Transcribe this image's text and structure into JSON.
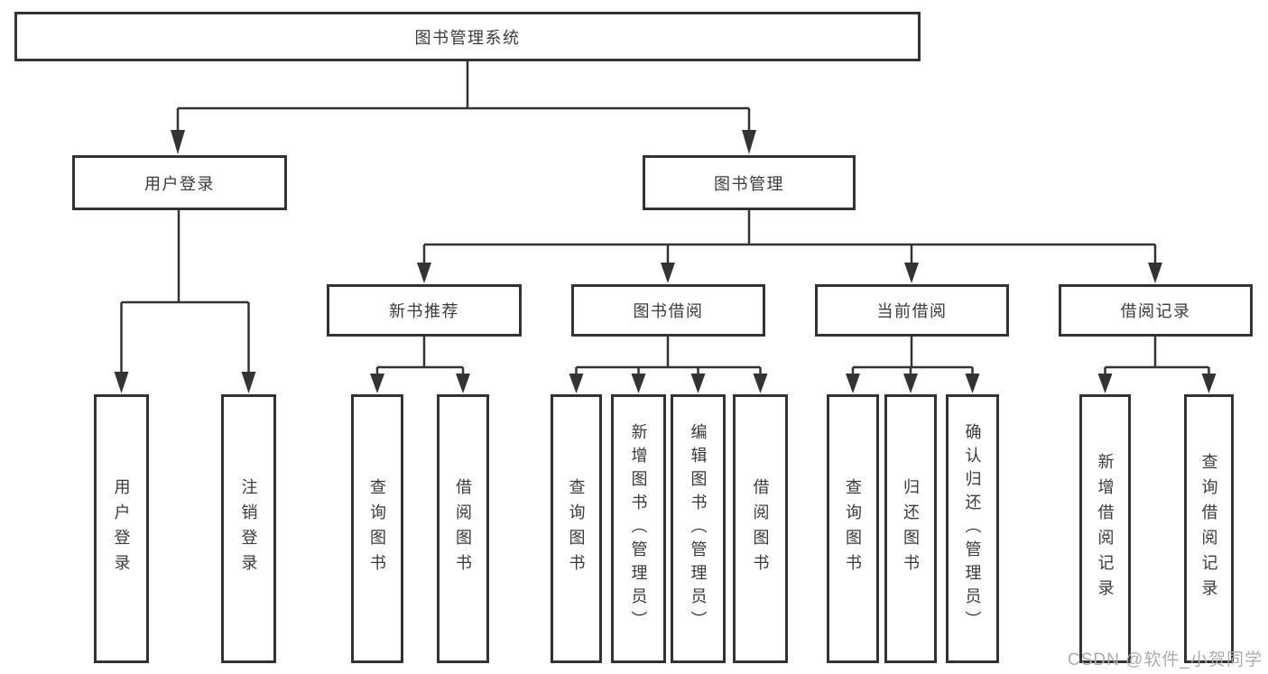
{
  "colors": {
    "line": "#333333",
    "text": "#3a3a3a",
    "watermark": "#acacac",
    "background": "#ffffff"
  },
  "watermark": {
    "text": "CSDN @软件_小贺同学"
  },
  "tree": {
    "root": {
      "label": "图书管理系统"
    },
    "level2": [
      {
        "label": "用户登录"
      },
      {
        "label": "图书管理"
      }
    ],
    "level3": [
      {
        "label": "新书推荐",
        "parent": "图书管理"
      },
      {
        "label": "图书借阅",
        "parent": "图书管理"
      },
      {
        "label": "当前借阅",
        "parent": "图书管理"
      },
      {
        "label": "借阅记录",
        "parent": "图书管理"
      }
    ],
    "leaves": [
      {
        "label": "用户登录",
        "parent": "用户登录"
      },
      {
        "label": "注销登录",
        "parent": "用户登录"
      },
      {
        "label": "查询图书",
        "parent": "新书推荐"
      },
      {
        "label": "借阅图书",
        "parent": "新书推荐"
      },
      {
        "label": "查询图书",
        "parent": "图书借阅"
      },
      {
        "label": "新增图书（管理员）",
        "parent": "图书借阅"
      },
      {
        "label": "编辑图书（管理员）",
        "parent": "图书借阅"
      },
      {
        "label": "借阅图书",
        "parent": "图书借阅"
      },
      {
        "label": "查询图书",
        "parent": "当前借阅"
      },
      {
        "label": "归还图书",
        "parent": "当前借阅"
      },
      {
        "label": "确认归还（管理员）",
        "parent": "当前借阅"
      },
      {
        "label": "新增借阅记录",
        "parent": "借阅记录"
      },
      {
        "label": "查询借阅记录",
        "parent": "借阅记录"
      }
    ]
  }
}
